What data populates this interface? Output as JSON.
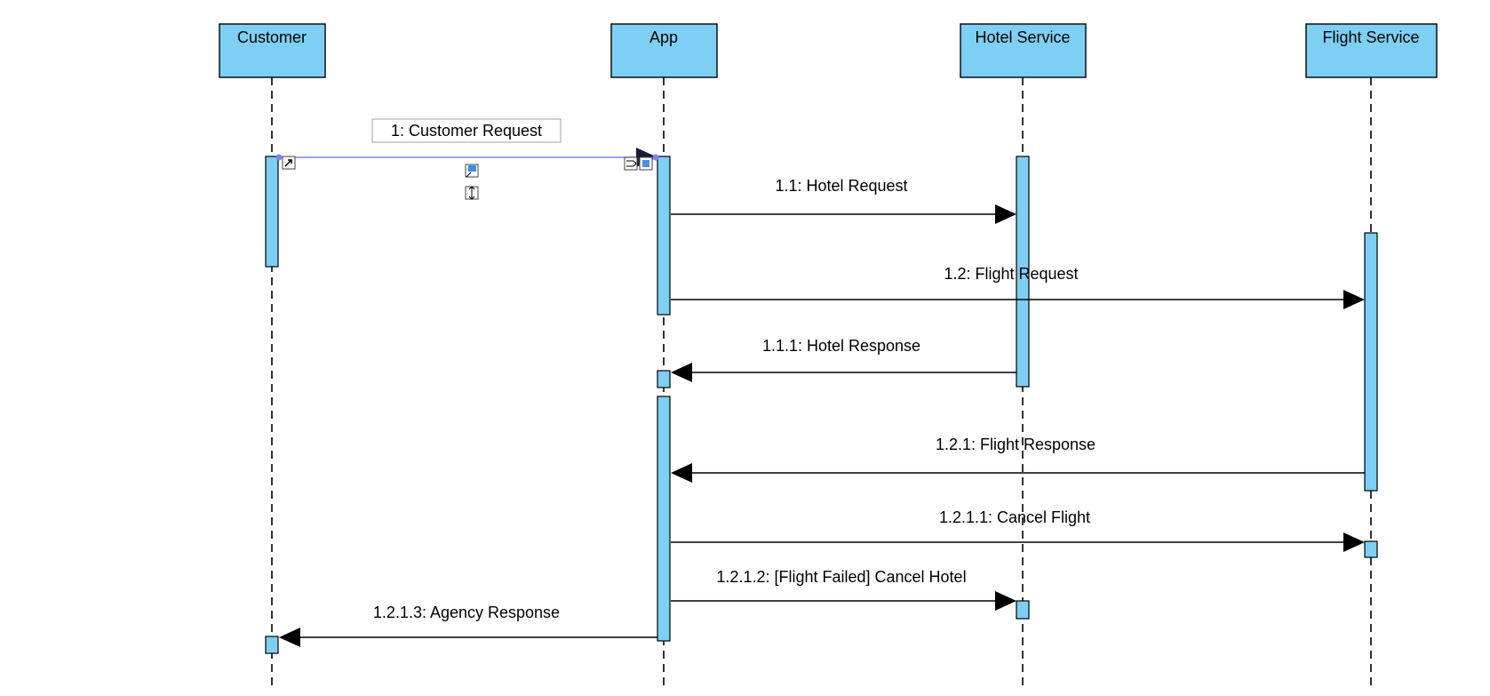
{
  "colors": {
    "lifeline_fill": "#7dcff3",
    "stroke": "#000000",
    "selection": "#8080ff",
    "background": "#ffffff"
  },
  "lifelines": [
    {
      "name": "Customer"
    },
    {
      "name": "App"
    },
    {
      "name": "Hotel Service"
    },
    {
      "name": "Flight Service"
    }
  ],
  "messages": [
    {
      "label": "1: Customer Request",
      "from": 0,
      "to": 1,
      "selected": true
    },
    {
      "label": "1.1: Hotel Request",
      "from": 1,
      "to": 2
    },
    {
      "label": "1.2: Flight Request",
      "from": 1,
      "to": 3
    },
    {
      "label": "1.1.1: Hotel Response",
      "from": 2,
      "to": 1
    },
    {
      "label": "1.2.1: Flight Response",
      "from": 3,
      "to": 1
    },
    {
      "label": "1.2.1.1: Cancel Flight",
      "from": 1,
      "to": 3
    },
    {
      "label": "1.2.1.2: [Flight Failed] Cancel Hotel",
      "from": 1,
      "to": 2
    },
    {
      "label": "1.2.1.3: Agency Response",
      "from": 1,
      "to": 0
    }
  ],
  "selection_handles": [
    "shortcut-icon",
    "resource-icon",
    "stretch-icon",
    "sequence-icon",
    "flag-icon",
    "resize-icon"
  ]
}
